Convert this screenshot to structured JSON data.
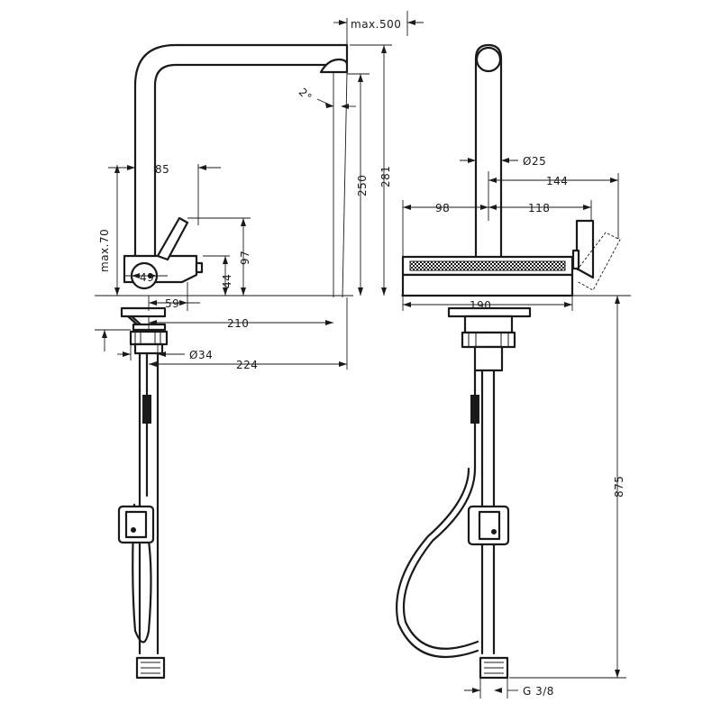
{
  "labels": {
    "max_500": "max.500",
    "angle_2": "2°",
    "d85": "85",
    "d250": "250",
    "d281": "281",
    "max_70": "max.70",
    "d97": "97",
    "d44": "44",
    "d49": "49",
    "d59": "59",
    "d210": "210",
    "dia34": "Ø34",
    "d224": "224",
    "dia25": "Ø25",
    "d144": "144",
    "d98": "98",
    "d118": "118",
    "d190": "190",
    "d875": "875",
    "g38": "G 3/8"
  }
}
